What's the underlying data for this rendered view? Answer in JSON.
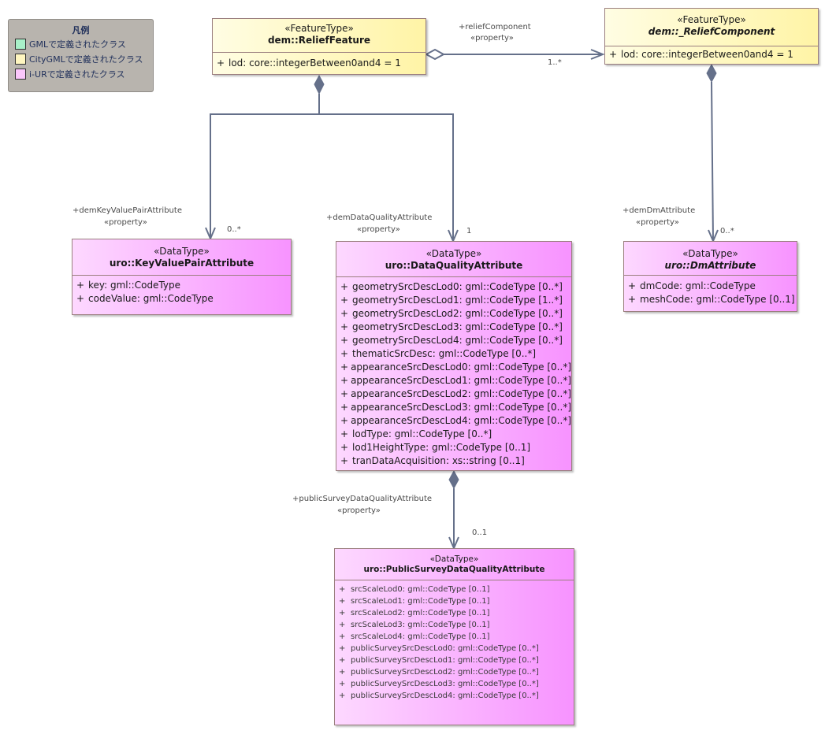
{
  "legend": {
    "title": "凡例",
    "items": [
      {
        "label": "GMLで定義されたクラス",
        "color": "#a8f0c8"
      },
      {
        "label": "CityGMLで定義されたクラス",
        "color": "#fff6c0"
      },
      {
        "label": "i-URで定義されたクラス",
        "color": "#fbc7fb"
      }
    ]
  },
  "classes": {
    "relief_feature": {
      "stereotype": "«FeatureType»",
      "name": "dem::ReliefFeature",
      "attributes": [
        {
          "vis": "+",
          "text": "lod: core::integerBetween0and4 = 1"
        }
      ]
    },
    "relief_component": {
      "stereotype": "«FeatureType»",
      "name": "dem::_ReliefComponent",
      "attributes": [
        {
          "vis": "+",
          "text": "lod: core::integerBetween0and4 = 1"
        }
      ]
    },
    "key_value_pair": {
      "stereotype": "«DataType»",
      "name": "uro::KeyValuePairAttribute",
      "attributes": [
        {
          "vis": "+",
          "text": "key: gml::CodeType"
        },
        {
          "vis": "+",
          "text": "codeValue: gml::CodeType"
        }
      ]
    },
    "data_quality": {
      "stereotype": "«DataType»",
      "name": "uro::DataQualityAttribute",
      "attributes": [
        {
          "vis": "+",
          "text": "geometrySrcDescLod0: gml::CodeType [0..*]"
        },
        {
          "vis": "+",
          "text": "geometrySrcDescLod1: gml::CodeType [1..*]"
        },
        {
          "vis": "+",
          "text": "geometrySrcDescLod2: gml::CodeType [0..*]"
        },
        {
          "vis": "+",
          "text": "geometrySrcDescLod3: gml::CodeType [0..*]"
        },
        {
          "vis": "+",
          "text": "geometrySrcDescLod4: gml::CodeType [0..*]"
        },
        {
          "vis": "+",
          "text": "thematicSrcDesc: gml::CodeType [0..*]"
        },
        {
          "vis": "+",
          "text": "appearanceSrcDescLod0: gml::CodeType [0..*]"
        },
        {
          "vis": "+",
          "text": "appearanceSrcDescLod1: gml::CodeType [0..*]"
        },
        {
          "vis": "+",
          "text": "appearanceSrcDescLod2: gml::CodeType [0..*]"
        },
        {
          "vis": "+",
          "text": "appearanceSrcDescLod3: gml::CodeType [0..*]"
        },
        {
          "vis": "+",
          "text": "appearanceSrcDescLod4: gml::CodeType [0..*]"
        },
        {
          "vis": "+",
          "text": "lodType: gml::CodeType [0..*]"
        },
        {
          "vis": "+",
          "text": "lod1HeightType: gml::CodeType [0..1]"
        },
        {
          "vis": "+",
          "text": "tranDataAcquisition: xs::string [0..1]"
        }
      ]
    },
    "dm_attribute": {
      "stereotype": "«DataType»",
      "name": "uro::DmAttribute",
      "attributes": [
        {
          "vis": "+",
          "text": "dmCode: gml::CodeType"
        },
        {
          "vis": "+",
          "text": "meshCode: gml::CodeType [0..1]"
        }
      ]
    },
    "public_survey": {
      "stereotype": "«DataType»",
      "name": "uro::PublicSurveyDataQualityAttribute",
      "attributes": [
        {
          "vis": "+",
          "text": "srcScaleLod0: gml::CodeType [0..1]"
        },
        {
          "vis": "+",
          "text": "srcScaleLod1: gml::CodeType [0..1]"
        },
        {
          "vis": "+",
          "text": "srcScaleLod2: gml::CodeType [0..1]"
        },
        {
          "vis": "+",
          "text": "srcScaleLod3: gml::CodeType [0..1]"
        },
        {
          "vis": "+",
          "text": "srcScaleLod4: gml::CodeType [0..1]"
        },
        {
          "vis": "+",
          "text": "publicSurveySrcDescLod0: gml::CodeType [0..*]"
        },
        {
          "vis": "+",
          "text": "publicSurveySrcDescLod1: gml::CodeType [0..*]"
        },
        {
          "vis": "+",
          "text": "publicSurveySrcDescLod2: gml::CodeType [0..*]"
        },
        {
          "vis": "+",
          "text": "publicSurveySrcDescLod3: gml::CodeType [0..*]"
        },
        {
          "vis": "+",
          "text": "publicSurveySrcDescLod4: gml::CodeType [0..*]"
        }
      ]
    }
  },
  "edge_labels": {
    "relief_component_role": "+reliefComponent",
    "relief_component_stereo": "«property»",
    "relief_component_mult": "1..*",
    "kvp_role": "+demKeyValuePairAttribute",
    "kvp_stereo": "«property»",
    "kvp_mult": "0..*",
    "dq_role": "+demDataQualityAttribute",
    "dq_stereo": "«property»",
    "dq_mult": "1",
    "dm_role": "+demDmAttribute",
    "dm_stereo": "«property»",
    "dm_mult": "0..*",
    "ps_role": "+publicSurveyDataQualityAttribute",
    "ps_stereo": "«property»",
    "ps_mult": "0..1"
  },
  "colors": {
    "edge": "#65708a",
    "feature_fill": "#fff6b3",
    "datatype_fill": "#f9b0ff",
    "legend_bg": "#b8b4ae"
  }
}
